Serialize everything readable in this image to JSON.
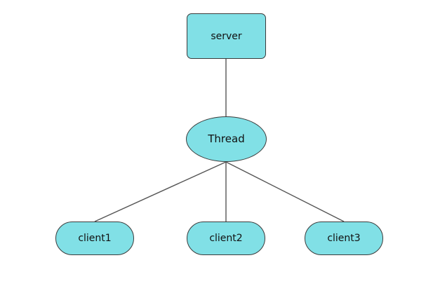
{
  "diagram": {
    "nodes": {
      "server": {
        "label": "server",
        "shape": "rounded-rectangle"
      },
      "thread": {
        "label": "Thread",
        "shape": "ellipse"
      },
      "client1": {
        "label": "client1",
        "shape": "pill"
      },
      "client2": {
        "label": "client2",
        "shape": "pill"
      },
      "client3": {
        "label": "client3",
        "shape": "pill"
      }
    },
    "edges": [
      {
        "from": "server",
        "to": "thread"
      },
      {
        "from": "thread",
        "to": "client1"
      },
      {
        "from": "thread",
        "to": "client2"
      },
      {
        "from": "thread",
        "to": "client3"
      }
    ],
    "colors": {
      "node_fill": "#81e0e6",
      "node_border": "#3b3b3b",
      "edge": "#555555",
      "background": "#ffffff"
    }
  }
}
